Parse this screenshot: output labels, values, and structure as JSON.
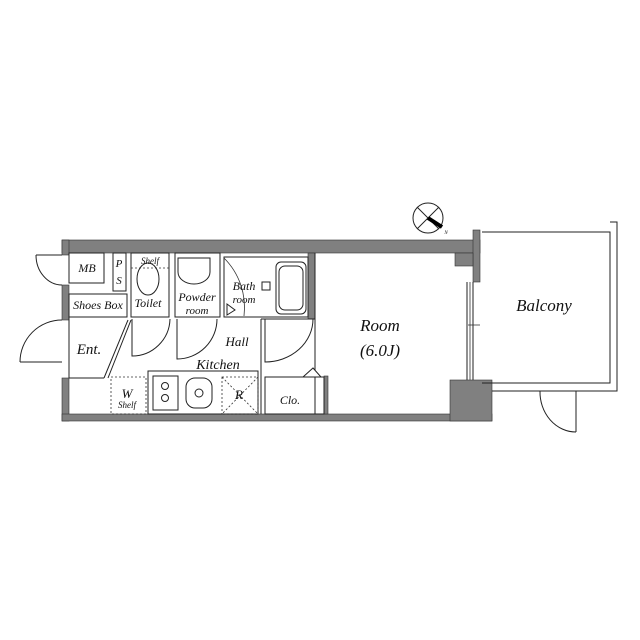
{
  "labels": {
    "mb": "MB",
    "ps_p": "P",
    "ps_s": "S",
    "toilet_shelf": "Shelf",
    "toilet": "Toilet",
    "powder_1": "Powder",
    "powder_2": "room",
    "bath_1": "Bath",
    "bath_2": "room",
    "shoes_box": "Shoes Box",
    "entrance": "Ent.",
    "hall": "Hall",
    "kitchen": "Kitchen",
    "wardrobe_w": "W",
    "wardrobe_shelf": "Shelf",
    "refrigerator": "R",
    "closet": "Clo.",
    "room": "Room",
    "room_size": "(6.0J)",
    "balcony": "Balcony",
    "north": "N"
  },
  "colors": {
    "wall": "#808080",
    "line": "#222222"
  }
}
